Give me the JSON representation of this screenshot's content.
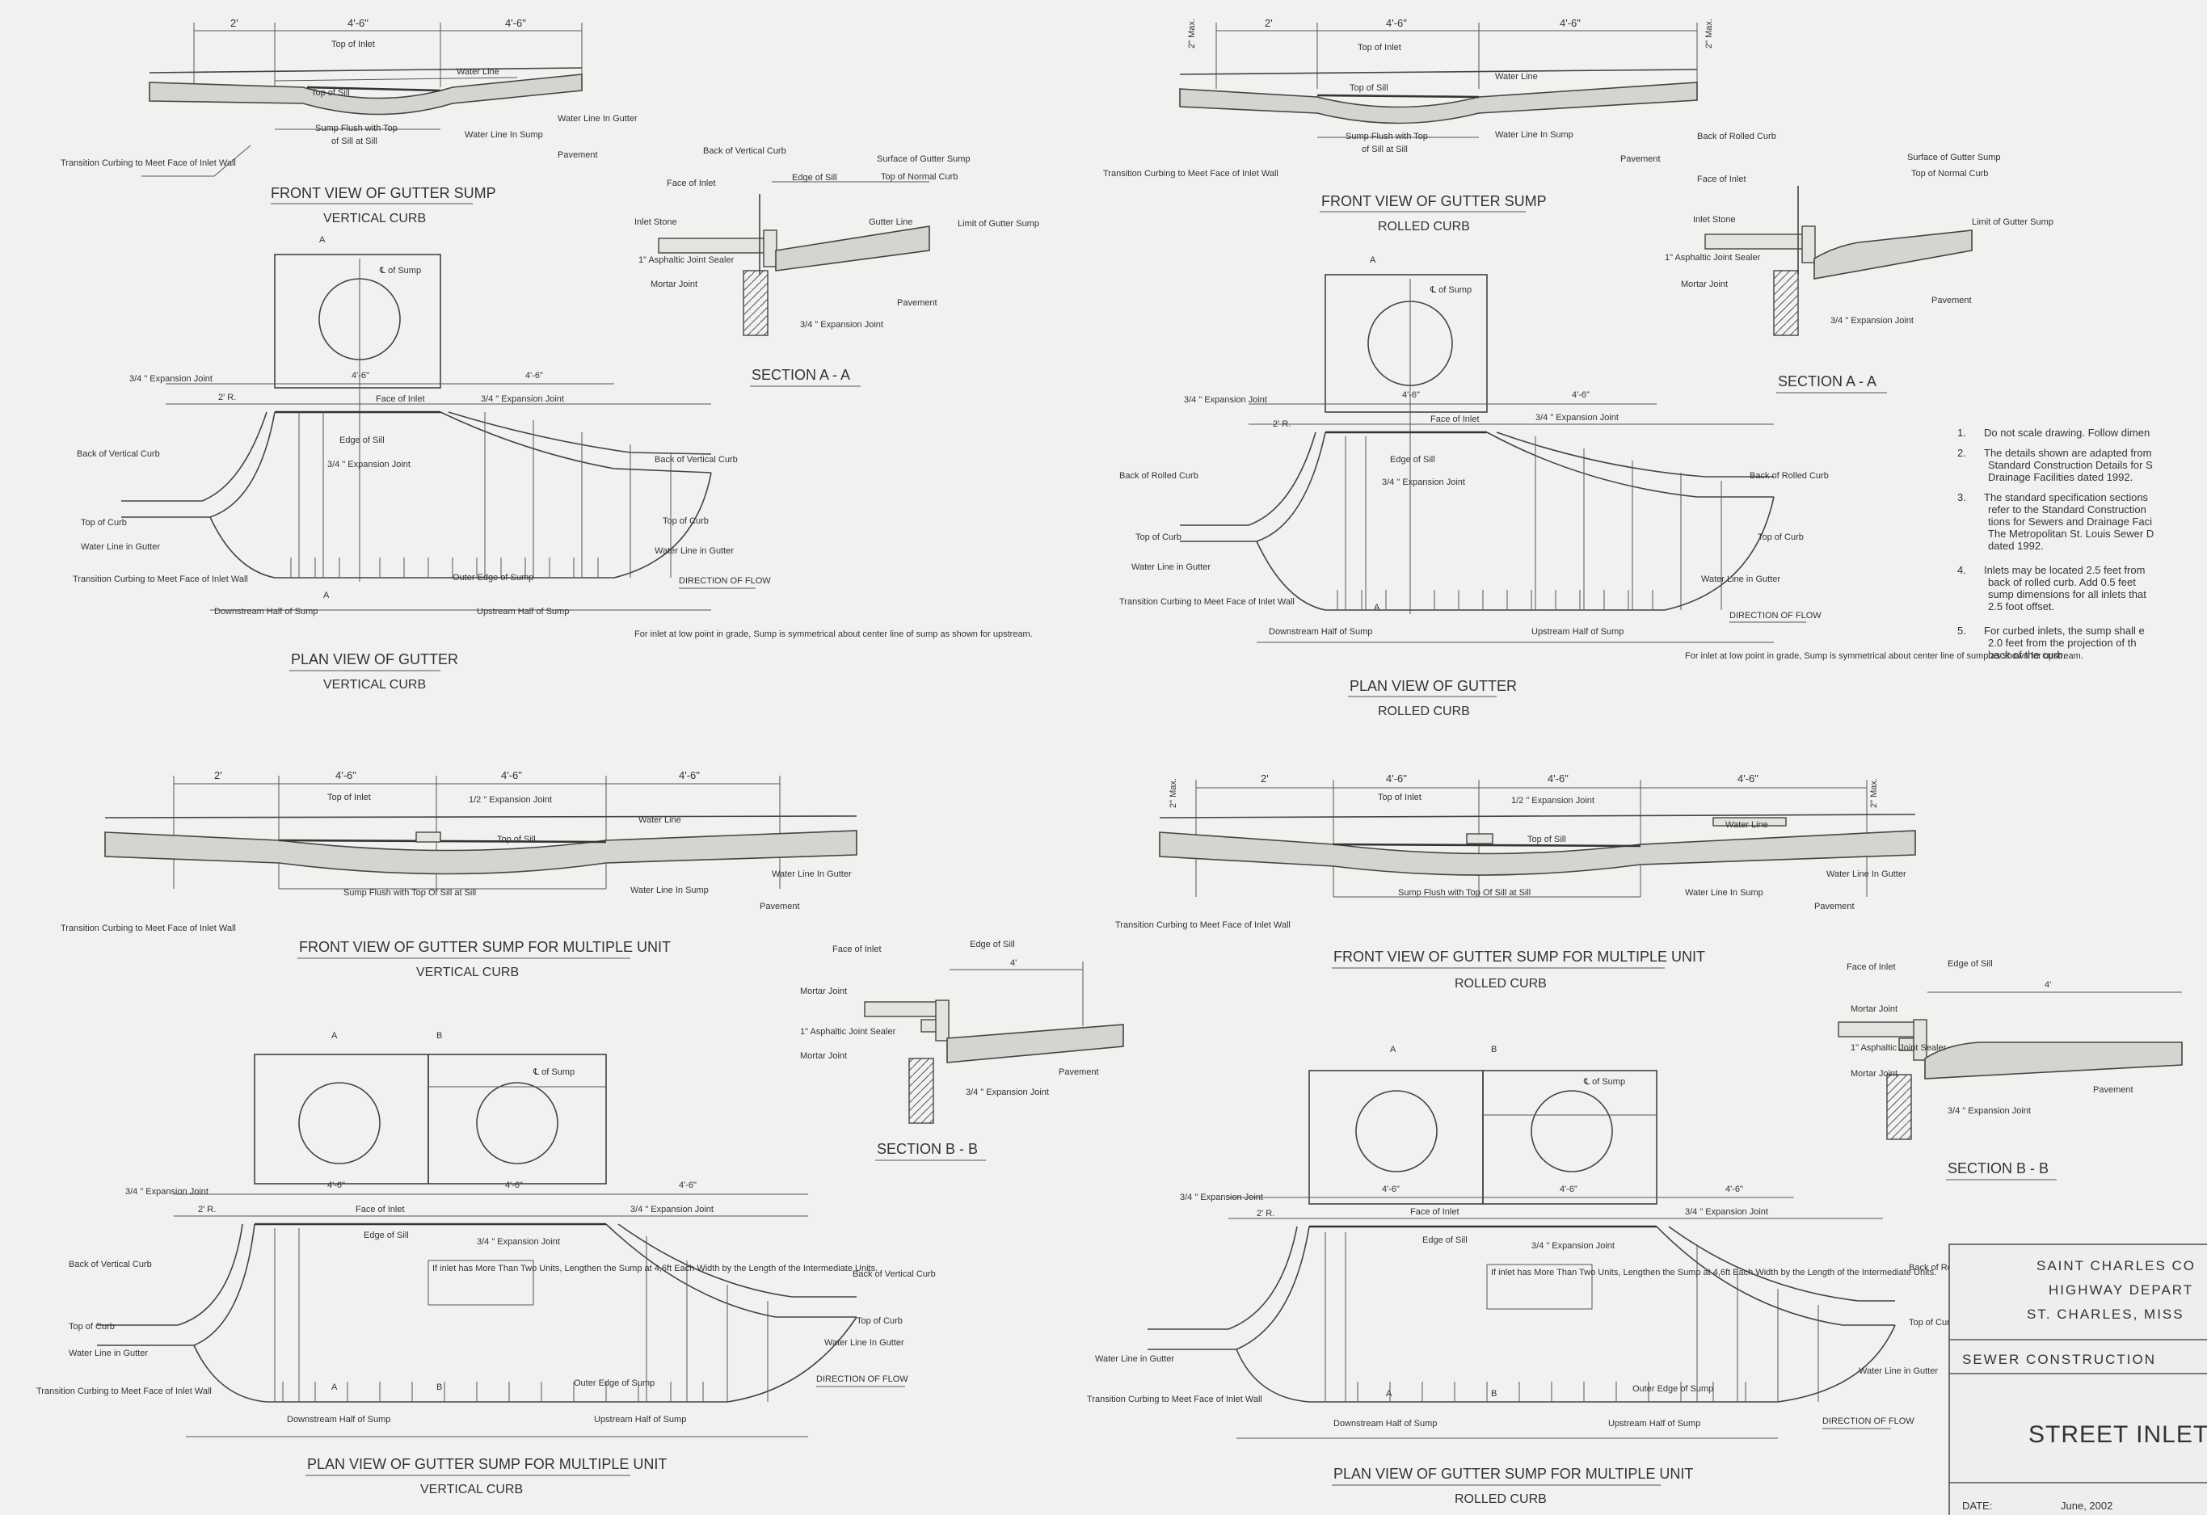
{
  "details": {
    "front_vertical": {
      "title": "FRONT VIEW OF GUTTER SUMP",
      "subtitle": "VERTICAL CURB",
      "dims": [
        "2'",
        "4'-6\"",
        "4'-6\""
      ],
      "labels": {
        "top_inlet": "Top of Inlet",
        "top_sill": "Top of Sill",
        "water_line": "Water Line",
        "sump_flush": "Sump Flush with Top",
        "of_sill": "of Sill at Sill",
        "water_sump": "Water Line\nIn Sump",
        "water_gutter": "Water Line\nIn Gutter",
        "pavement": "Pavement",
        "transition": "Transition Curbing to Meet\nFace of Inlet Wall"
      }
    },
    "front_rolled": {
      "title": "FRONT VIEW OF GUTTER SUMP",
      "subtitle": "ROLLED CURB",
      "dims": [
        "2'",
        "4'-6\"",
        "4'-6\""
      ],
      "max": "2\" Max."
    },
    "section_a_vertical": {
      "title": "SECTION A - A",
      "labels": {
        "back_curb": "Back of Vertical Curb",
        "surface": "Surface of Gutter Sump",
        "face_inlet": "Face of Inlet",
        "edge_sill": "Edge of Sill",
        "top_normal": "Top of Normal Curb",
        "inlet_stone": "Inlet Stone",
        "gutter_line": "Gutter Line",
        "limit": "Limit of Gutter Sump",
        "sealer": "1\" Asphaltic\nJoint Sealer",
        "mortar": "Mortar Joint",
        "pavement": "Pavement",
        "exp": "3/4 \" Expansion Joint"
      }
    },
    "section_a_rolled": {
      "title": "SECTION A - A",
      "labels": {
        "back_rolled": "Back of\nRolled Curb"
      }
    },
    "plan_vertical": {
      "title": "PLAN VIEW OF GUTTER",
      "subtitle": "VERTICAL CURB",
      "labels": {
        "cl_sump": "℄ of Sump",
        "exp": "3/4 \" Expansion Joint",
        "face_inlet": "Face of Inlet",
        "edge_sill": "Edge of Sill",
        "r2": "2' R.",
        "dim": "4'-6\"",
        "back_curb": "Back of Vertical\nCurb",
        "top_curb": "Top of Curb",
        "water_gutter": "Water Line\nin Gutter",
        "transition": "Transition Curbing to Meet\nFace of Inlet Wall",
        "outer_edge": "Outer Edge of Sump",
        "downstream": "Downstream Half of Sump",
        "upstream": "Upstream Half of Sump",
        "direction": "DIRECTION OF FLOW",
        "note": "For inlet at low point in grade,\nSump is symmetrical about center\nline of sump as shown for upstream.",
        "a": "A"
      }
    },
    "plan_rolled": {
      "title": "PLAN VIEW OF GUTTER",
      "subtitle": "ROLLED CURB",
      "labels": {
        "back_rolled": "Back of Rolled Curb"
      }
    },
    "multi_front_vertical": {
      "title": "FRONT VIEW OF GUTTER SUMP FOR MULTIPLE UNIT",
      "subtitle": "VERTICAL CURB",
      "dims": [
        "2'",
        "4'-6\"",
        "4'-6\"",
        "4'-6\""
      ],
      "labels": {
        "half_exp": "1/2 \" Expansion Joint",
        "sump_flush": "Sump Flush with Top Of Sill at Sill"
      }
    },
    "multi_front_rolled": {
      "title": "FRONT VIEW OF GUTTER SUMP FOR MULTIPLE UNIT",
      "subtitle": "ROLLED CURB"
    },
    "section_b_vertical": {
      "title": "SECTION B - B",
      "dim": "4'"
    },
    "section_b_rolled": {
      "title": "SECTION B - B"
    },
    "multi_plan_vertical": {
      "title": "PLAN VIEW OF GUTTER SUMP FOR MULTIPLE UNIT",
      "subtitle": "VERTICAL CURB",
      "labels": {
        "b": "B",
        "note": "If inlet has More Than Two Units, Lengthen\nthe Sump at 4,6ft Each Width by the Length\nof the Intermediate Units.",
        "water_in_gutter": "Water Line In Gutter",
        "transition": "Transition Curbing to\nMeet Face of Inlet Wall"
      }
    },
    "multi_plan_rolled": {
      "title": "PLAN VIEW OF GUTTER SUMP FOR MULTIPLE UNIT",
      "subtitle": "ROLLED CURB"
    }
  },
  "notes": [
    {
      "num": "1.",
      "lines": [
        "Do not scale drawing.  Follow dimen"
      ]
    },
    {
      "num": "2.",
      "lines": [
        "The details shown are adapted from",
        "Standard Construction Details for S",
        "Drainage Facilities dated 1992."
      ]
    },
    {
      "num": "3.",
      "lines": [
        "The standard specification sections",
        "refer to the Standard Construction",
        "tions for Sewers and Drainage Faci",
        "The Metropolitan St. Louis Sewer D",
        "dated 1992."
      ]
    },
    {
      "num": "4.",
      "lines": [
        "Inlets may be located 2.5 feet from",
        "back of rolled curb.  Add 0.5 feet",
        "sump dimensions for all inlets that",
        "2.5 foot offset."
      ]
    },
    {
      "num": "5.",
      "lines": [
        "For curbed inlets, the sump shall e",
        "2.0 feet from the projection of th",
        "back of the curb."
      ]
    }
  ],
  "title_block": {
    "agency_1": "SAINT CHARLES CO",
    "agency_2": "HIGHWAY DEPART",
    "agency_3": "ST. CHARLES, MISS",
    "series": "SEWER CONSTRUCTION",
    "title": "STREET INLET S",
    "date_label": "DATE:",
    "date_value": "June, 2002"
  }
}
